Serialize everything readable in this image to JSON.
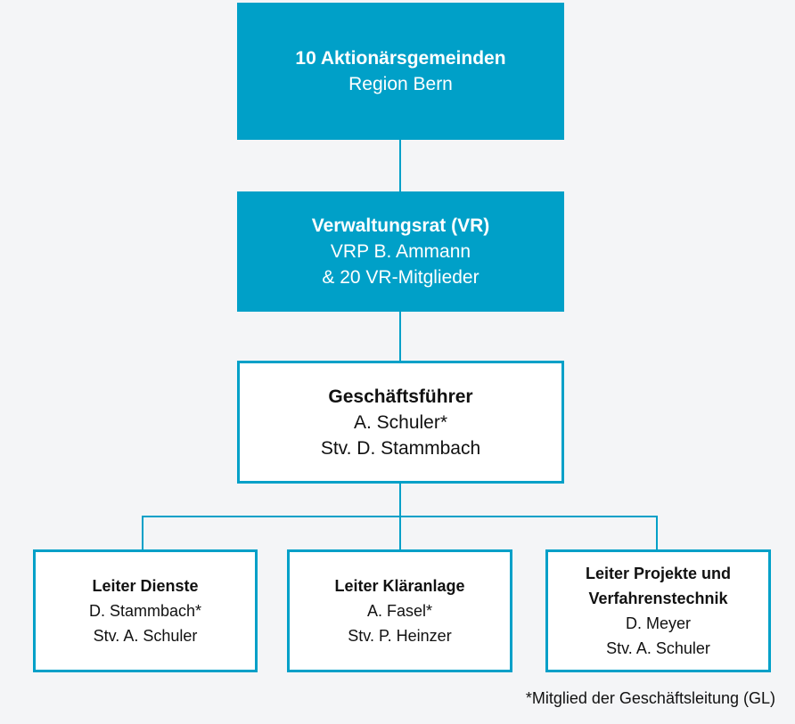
{
  "colors": {
    "accent": "#00a0c8",
    "background": "#f4f5f7",
    "text": "#111111"
  },
  "org": {
    "shareholders": {
      "title": "10 Aktionärsgemeinden",
      "subtitle": "Region Bern"
    },
    "board": {
      "title": "Verwaltungsrat (VR)",
      "line1": "VRP B. Ammann",
      "line2": "& 20 VR-Mitglieder"
    },
    "ceo": {
      "title": "Geschäftsführer",
      "line1": "A. Schuler*",
      "line2": "Stv. D. Stammbach"
    },
    "departments": [
      {
        "title": "Leiter Dienste",
        "line1": "D. Stammbach*",
        "line2": "Stv. A. Schuler"
      },
      {
        "title": "Leiter Kläranlage",
        "line1": "A. Fasel*",
        "line2": "Stv. P. Heinzer"
      },
      {
        "title_line1": "Leiter Projekte und",
        "title_line2": "Verfahrenstechnik",
        "line1": "D. Meyer",
        "line2": "Stv. A. Schuler"
      }
    ]
  },
  "footnote": "*Mitglied der Geschäftsleitung (GL)"
}
